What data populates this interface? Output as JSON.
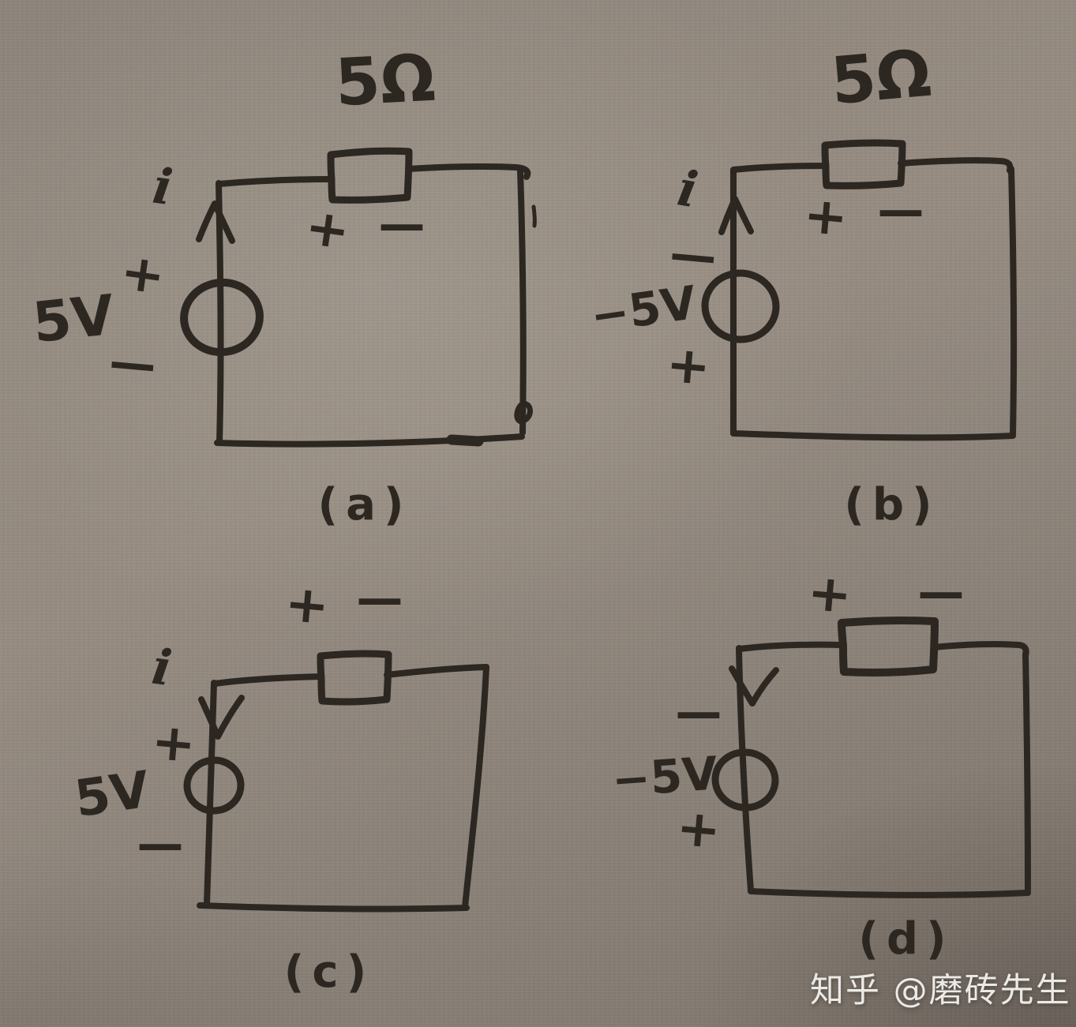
{
  "page": {
    "paper_color": "#90867c",
    "ink_color": "#2d2722",
    "watermark": {
      "text": "知乎 @磨砖先生",
      "color": "#eceae7"
    }
  },
  "circuits": {
    "a": {
      "caption": "(a)",
      "resistor_value": "5Ω",
      "resistor_plus": "+",
      "resistor_minus": "−",
      "current_label": "i",
      "current_direction": "up",
      "source_value": "5V",
      "source_top_sign": "+",
      "source_bottom_sign": "−"
    },
    "b": {
      "caption": "(b)",
      "resistor_value": "5Ω",
      "resistor_plus": "+",
      "resistor_minus": "−",
      "current_label": "i",
      "current_direction": "up",
      "source_value": "−5V",
      "source_top_sign": "−",
      "source_bottom_sign": "+"
    },
    "c": {
      "caption": "(c)",
      "resistor_plus": "+",
      "resistor_minus": "−",
      "current_label": "i",
      "current_direction": "down",
      "source_value": "5V",
      "source_top_sign": "+",
      "source_bottom_sign": "−"
    },
    "d": {
      "caption": "(d)",
      "resistor_plus": "+",
      "resistor_minus": "−",
      "current_direction": "down",
      "source_value": "−5V",
      "source_top_sign": "−",
      "source_bottom_sign": "+"
    }
  }
}
